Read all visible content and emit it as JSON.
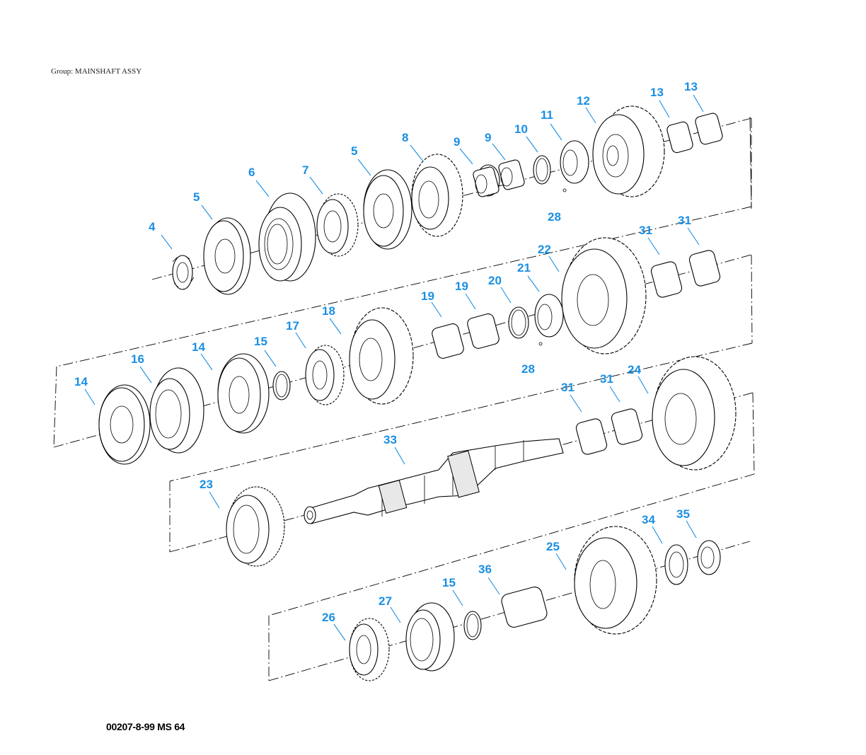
{
  "header": {
    "group_label": "Group: MAINSHAFT ASSY"
  },
  "footer": {
    "code": "00207-8-99 MS 64"
  },
  "colors": {
    "callout": "#1a8fe3",
    "line": "#000000"
  },
  "callouts": [
    {
      "id": "c4",
      "text": "4"
    },
    {
      "id": "c5a",
      "text": "5"
    },
    {
      "id": "c6",
      "text": "6"
    },
    {
      "id": "c7",
      "text": "7"
    },
    {
      "id": "c5b",
      "text": "5"
    },
    {
      "id": "c8",
      "text": "8"
    },
    {
      "id": "c9a",
      "text": "9"
    },
    {
      "id": "c9b",
      "text": "9"
    },
    {
      "id": "c10",
      "text": "10"
    },
    {
      "id": "c11",
      "text": "11"
    },
    {
      "id": "c12",
      "text": "12"
    },
    {
      "id": "c13a",
      "text": "13"
    },
    {
      "id": "c13b",
      "text": "13"
    },
    {
      "id": "c28a",
      "text": "28"
    },
    {
      "id": "c14a",
      "text": "14"
    },
    {
      "id": "c16",
      "text": "16"
    },
    {
      "id": "c14b",
      "text": "14"
    },
    {
      "id": "c15a",
      "text": "15"
    },
    {
      "id": "c17",
      "text": "17"
    },
    {
      "id": "c18",
      "text": "18"
    },
    {
      "id": "c19a",
      "text": "19"
    },
    {
      "id": "c19b",
      "text": "19"
    },
    {
      "id": "c20",
      "text": "20"
    },
    {
      "id": "c21",
      "text": "21"
    },
    {
      "id": "c22",
      "text": "22"
    },
    {
      "id": "c31a",
      "text": "31"
    },
    {
      "id": "c31b",
      "text": "31"
    },
    {
      "id": "c28b",
      "text": "28"
    },
    {
      "id": "c23",
      "text": "23"
    },
    {
      "id": "c33",
      "text": "33"
    },
    {
      "id": "c31c",
      "text": "31"
    },
    {
      "id": "c31d",
      "text": "31"
    },
    {
      "id": "c24",
      "text": "24"
    },
    {
      "id": "c26",
      "text": "26"
    },
    {
      "id": "c27",
      "text": "27"
    },
    {
      "id": "c15b",
      "text": "15"
    },
    {
      "id": "c36",
      "text": "36"
    },
    {
      "id": "c25",
      "text": "25"
    },
    {
      "id": "c34",
      "text": "34"
    },
    {
      "id": "c35",
      "text": "35"
    }
  ]
}
